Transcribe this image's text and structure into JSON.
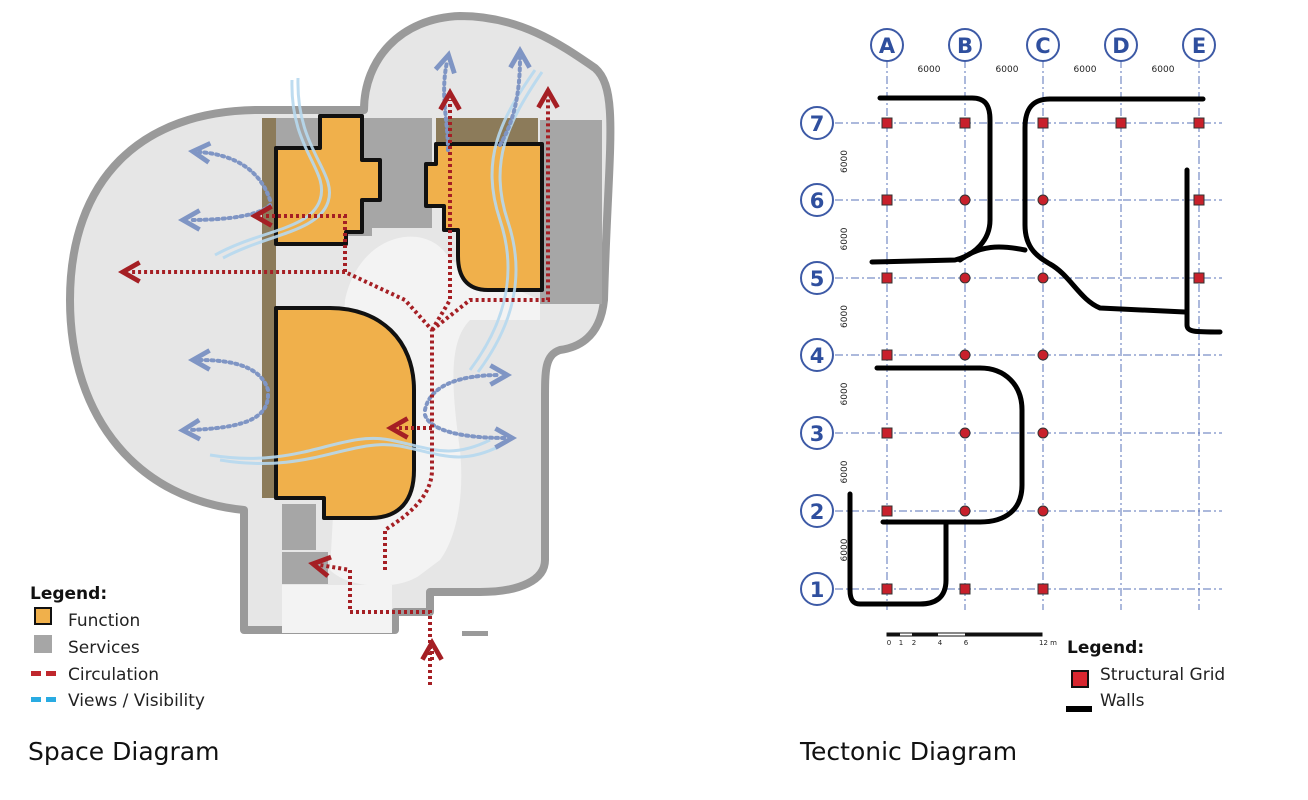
{
  "space_diagram": {
    "caption": "Space Diagram",
    "legend": {
      "title": "Legend:",
      "items": [
        {
          "label": "Function",
          "color": "#f0b04b"
        },
        {
          "label": "Services",
          "color": "#a6a6a6"
        },
        {
          "label": "Circulation",
          "color": "#c0272d"
        },
        {
          "label": "Views / Visibility",
          "color": "#29abe2"
        }
      ]
    },
    "colors": {
      "site": "#e6e6e6",
      "site_outline": "#9a9a9a",
      "function_fill": "#f0b04b",
      "services_fill": "#a6a6a6",
      "edge_strip": "#8c7b5a",
      "circulation": "#a51f24",
      "views": "#7f95c4",
      "wind": "#b7d9ef"
    }
  },
  "tectonic_diagram": {
    "caption": "Tectonic Diagram",
    "column_labels": [
      "A",
      "B",
      "C",
      "D",
      "E"
    ],
    "row_labels": [
      "7",
      "6",
      "5",
      "4",
      "3",
      "2",
      "1"
    ],
    "column_spacing_labels": [
      "6000",
      "6000",
      "6000",
      "6000"
    ],
    "row_spacing_labels": [
      "6000",
      "6000",
      "6000",
      "6000",
      "6000",
      "6000"
    ],
    "scale_bar": {
      "ticks": [
        "0",
        "1",
        "2",
        "4",
        "6"
      ],
      "end_label": "12 m"
    },
    "legend": {
      "title": "Legend:",
      "items": [
        {
          "label": "Structural Grid",
          "color": "#d7262f"
        },
        {
          "label": "Walls",
          "color": "#000000"
        }
      ]
    },
    "colors": {
      "grid_line": "#5a73b8",
      "bubble_stroke": "#3d5aa6",
      "bubble_text": "#2f4f9e",
      "marker": "#c8202b",
      "wall": "#000000"
    }
  }
}
